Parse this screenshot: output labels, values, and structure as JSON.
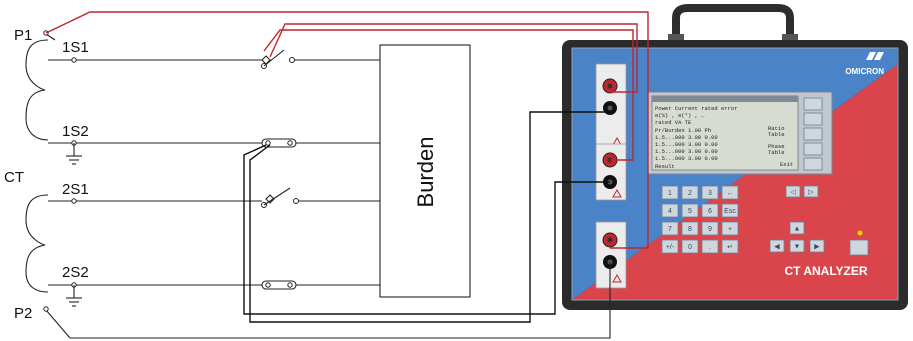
{
  "labels": {
    "p1": "P1",
    "p2": "P2",
    "s1_1": "1S1",
    "s2_1": "1S2",
    "s1_2": "2S1",
    "s2_2": "2S2",
    "ct": "CT",
    "burden": "Burden"
  },
  "device": {
    "brand": "OMICRON",
    "name": "CT ANALYZER",
    "screen": {
      "line1": "Power    Current rated error",
      "line2": "         e(%) , e(°) , …",
      "line3": "         rated VA  TE",
      "header": "Pr/Burden    1.00     Ph",
      "row1": "1.5...000   3.00      0.00",
      "row2": "1.5...000   3.00      0.00",
      "row3": "1.5...000   3.00      0.00",
      "row4": "1.5...000   3.00      0.00",
      "footer": "Result",
      "soft1": "Ratio",
      "soft2": "Table",
      "soft3": "Phase",
      "soft4": "Table",
      "soft5": "Exit"
    },
    "keys": [
      "1",
      "2",
      "3",
      "←",
      "4",
      "5",
      "6",
      "Esc",
      "7",
      "8",
      "9",
      "+",
      "+/-",
      "0",
      ".",
      "↵"
    ],
    "nav_keys": [
      "▲",
      "◀",
      "▼",
      "▶"
    ],
    "top_keys": [
      "◁",
      "▷"
    ],
    "colors": {
      "body_blue": "#4a83c8",
      "body_red": "#d9454a",
      "lcd": "#d7dcd3",
      "wire_red": "#c0262d"
    }
  }
}
